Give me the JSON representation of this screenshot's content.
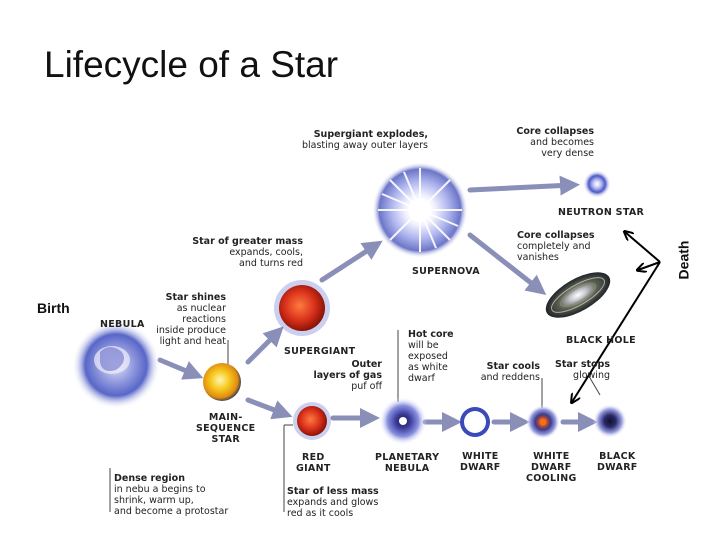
{
  "title": "Lifecycle of a Star",
  "birth_label": "Birth",
  "death_label": "Death",
  "captions": {
    "nebula": "NEBULA",
    "main_sequence": "MAIN-\nSEQUENCE\nSTAR",
    "supergiant": "SUPERGIANT",
    "red_giant": "RED\nGIANT",
    "supernova": "SUPERNOVA",
    "neutron_star": "NEUTRON STAR",
    "black_hole": "BLACK HOLE",
    "planetary_nebula": "PLANETARY\nNEBULA",
    "white_dwarf": "WHITE\nDWARF",
    "white_dwarf_cooling": "WHITE\nDWARF\nCOOLING",
    "black_dwarf": "BLACK\nDWARF"
  },
  "notes": {
    "dense_region_head": "Dense region",
    "dense_region_body": "in nebu a begins to\nshrink, warm up,\nand become a protostar",
    "star_shines_head": "Star shines",
    "star_shines_body": "as nuclear\nreactions\ninside produce\nlight and heat",
    "greater_mass_head": "Star of greater mass",
    "greater_mass_body": "expands, cools,\nand turns red",
    "less_mass_head": "Star of less mass",
    "less_mass_body": "expands and glows\nred as it cools",
    "supergiant_explodes_head": "Supergiant explodes,",
    "supergiant_explodes_body": "blasting away outer layers",
    "core_collapses_dense_head": "Core collapses",
    "core_collapses_dense_body": "and becomes\nvery dense",
    "core_collapses_vanish_head": "Core collapses",
    "core_collapses_vanish_body": "completely and\nvanishes",
    "outer_layers_head": "Outer\nlayers of gas",
    "outer_layers_body": "puf off",
    "hot_core_head": "Hot core",
    "hot_core_body": "will be\nexposed\nas white\ndwarf",
    "star_cools_head": "Star cools",
    "star_cools_body": "and reddens",
    "star_stops_head": "Star stops",
    "star_stops_body": "glowing"
  },
  "colors": {
    "arrow": "#8a8fb8",
    "death_arrow": "#000000",
    "nebula": "#7a88d8",
    "main_sequence": "#f4c020",
    "red_star": "#d8301a",
    "white_dwarf": "#ffffff",
    "halo": "#4a58c8"
  },
  "icons": [
    "nebula-icon",
    "main-sequence-star-icon",
    "supergiant-icon",
    "red-giant-icon",
    "supernova-icon",
    "neutron-star-icon",
    "black-hole-icon",
    "planetary-nebula-icon",
    "white-dwarf-icon",
    "white-dwarf-cooling-icon",
    "black-dwarf-icon"
  ]
}
